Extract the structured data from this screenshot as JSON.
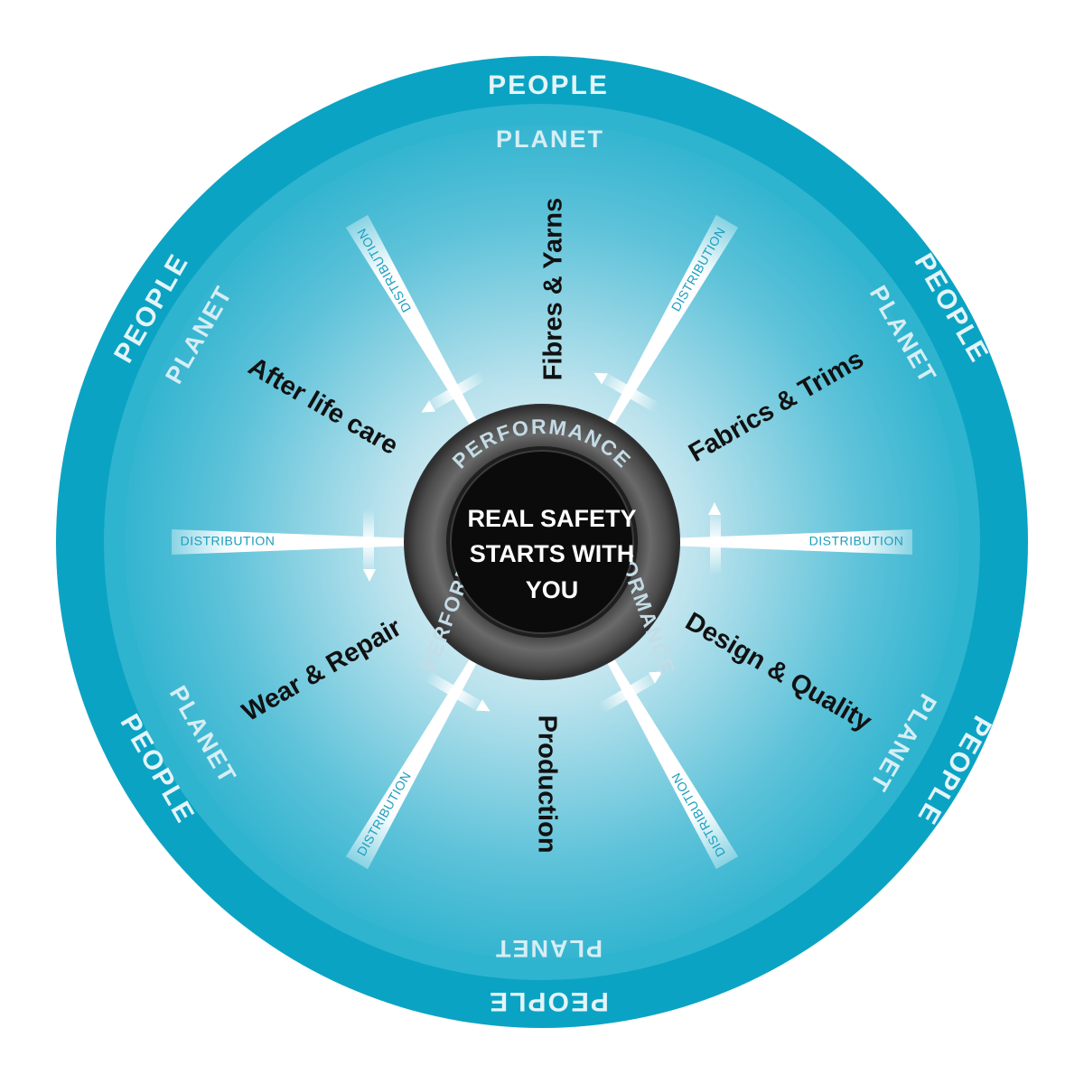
{
  "ring_words": {
    "people": "PEOPLE",
    "planet": "PLANET"
  },
  "stages": {
    "fibres": "Fibres & Yarns",
    "fabrics": "Fabrics & Trims",
    "design": "Design & Quality",
    "production": "Production",
    "wear": "Wear & Repair",
    "after_life": "After life care"
  },
  "distribution_label": "DISTRIBUTION",
  "performance_label": "PERFORMANCE",
  "core": {
    "line1": "REAL SAFETY",
    "line2": "STARTS WITH",
    "line3": "YOU"
  },
  "colors": {
    "outer_ring": "#0ba3c3",
    "inner_disc": "#2eb4cf",
    "center_glow": "#f2fafd",
    "tyre": "#5c5c5c",
    "core": "#0b0b0b",
    "distribution_text": "#1a9ec0"
  }
}
